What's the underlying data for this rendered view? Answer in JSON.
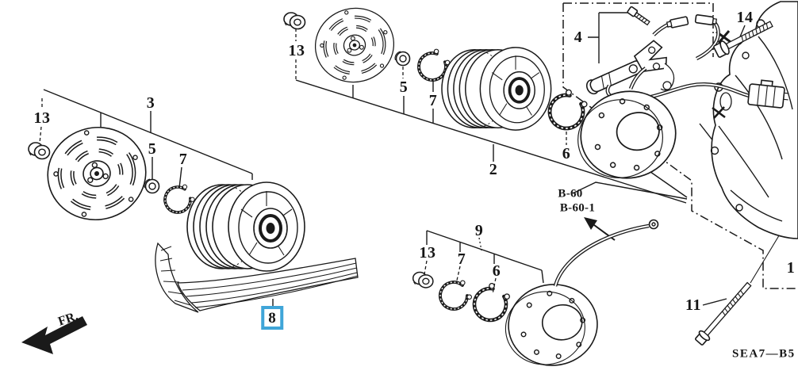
{
  "diagram": {
    "code": "SEA7—B5",
    "highlight_color": "#3fa5d8",
    "line_color": "#1a1a1a",
    "background_color": "#ffffff"
  },
  "direction": {
    "label": "FR.",
    "arrow": "down-left-arrow"
  },
  "references": {
    "b60": "B-60",
    "b60_1": "B-60-1"
  },
  "callouts": [
    {
      "part": "13"
    },
    {
      "part": "3"
    },
    {
      "part": "5"
    },
    {
      "part": "7"
    },
    {
      "part": "8",
      "highlighted": true
    },
    {
      "part": "13"
    },
    {
      "part": "5"
    },
    {
      "part": "7"
    },
    {
      "part": "2"
    },
    {
      "part": "4"
    },
    {
      "part": "14"
    },
    {
      "part": "6"
    },
    {
      "part": "9"
    },
    {
      "part": "13"
    },
    {
      "part": "7"
    },
    {
      "part": "6"
    },
    {
      "part": "11"
    },
    {
      "part": "1"
    }
  ]
}
